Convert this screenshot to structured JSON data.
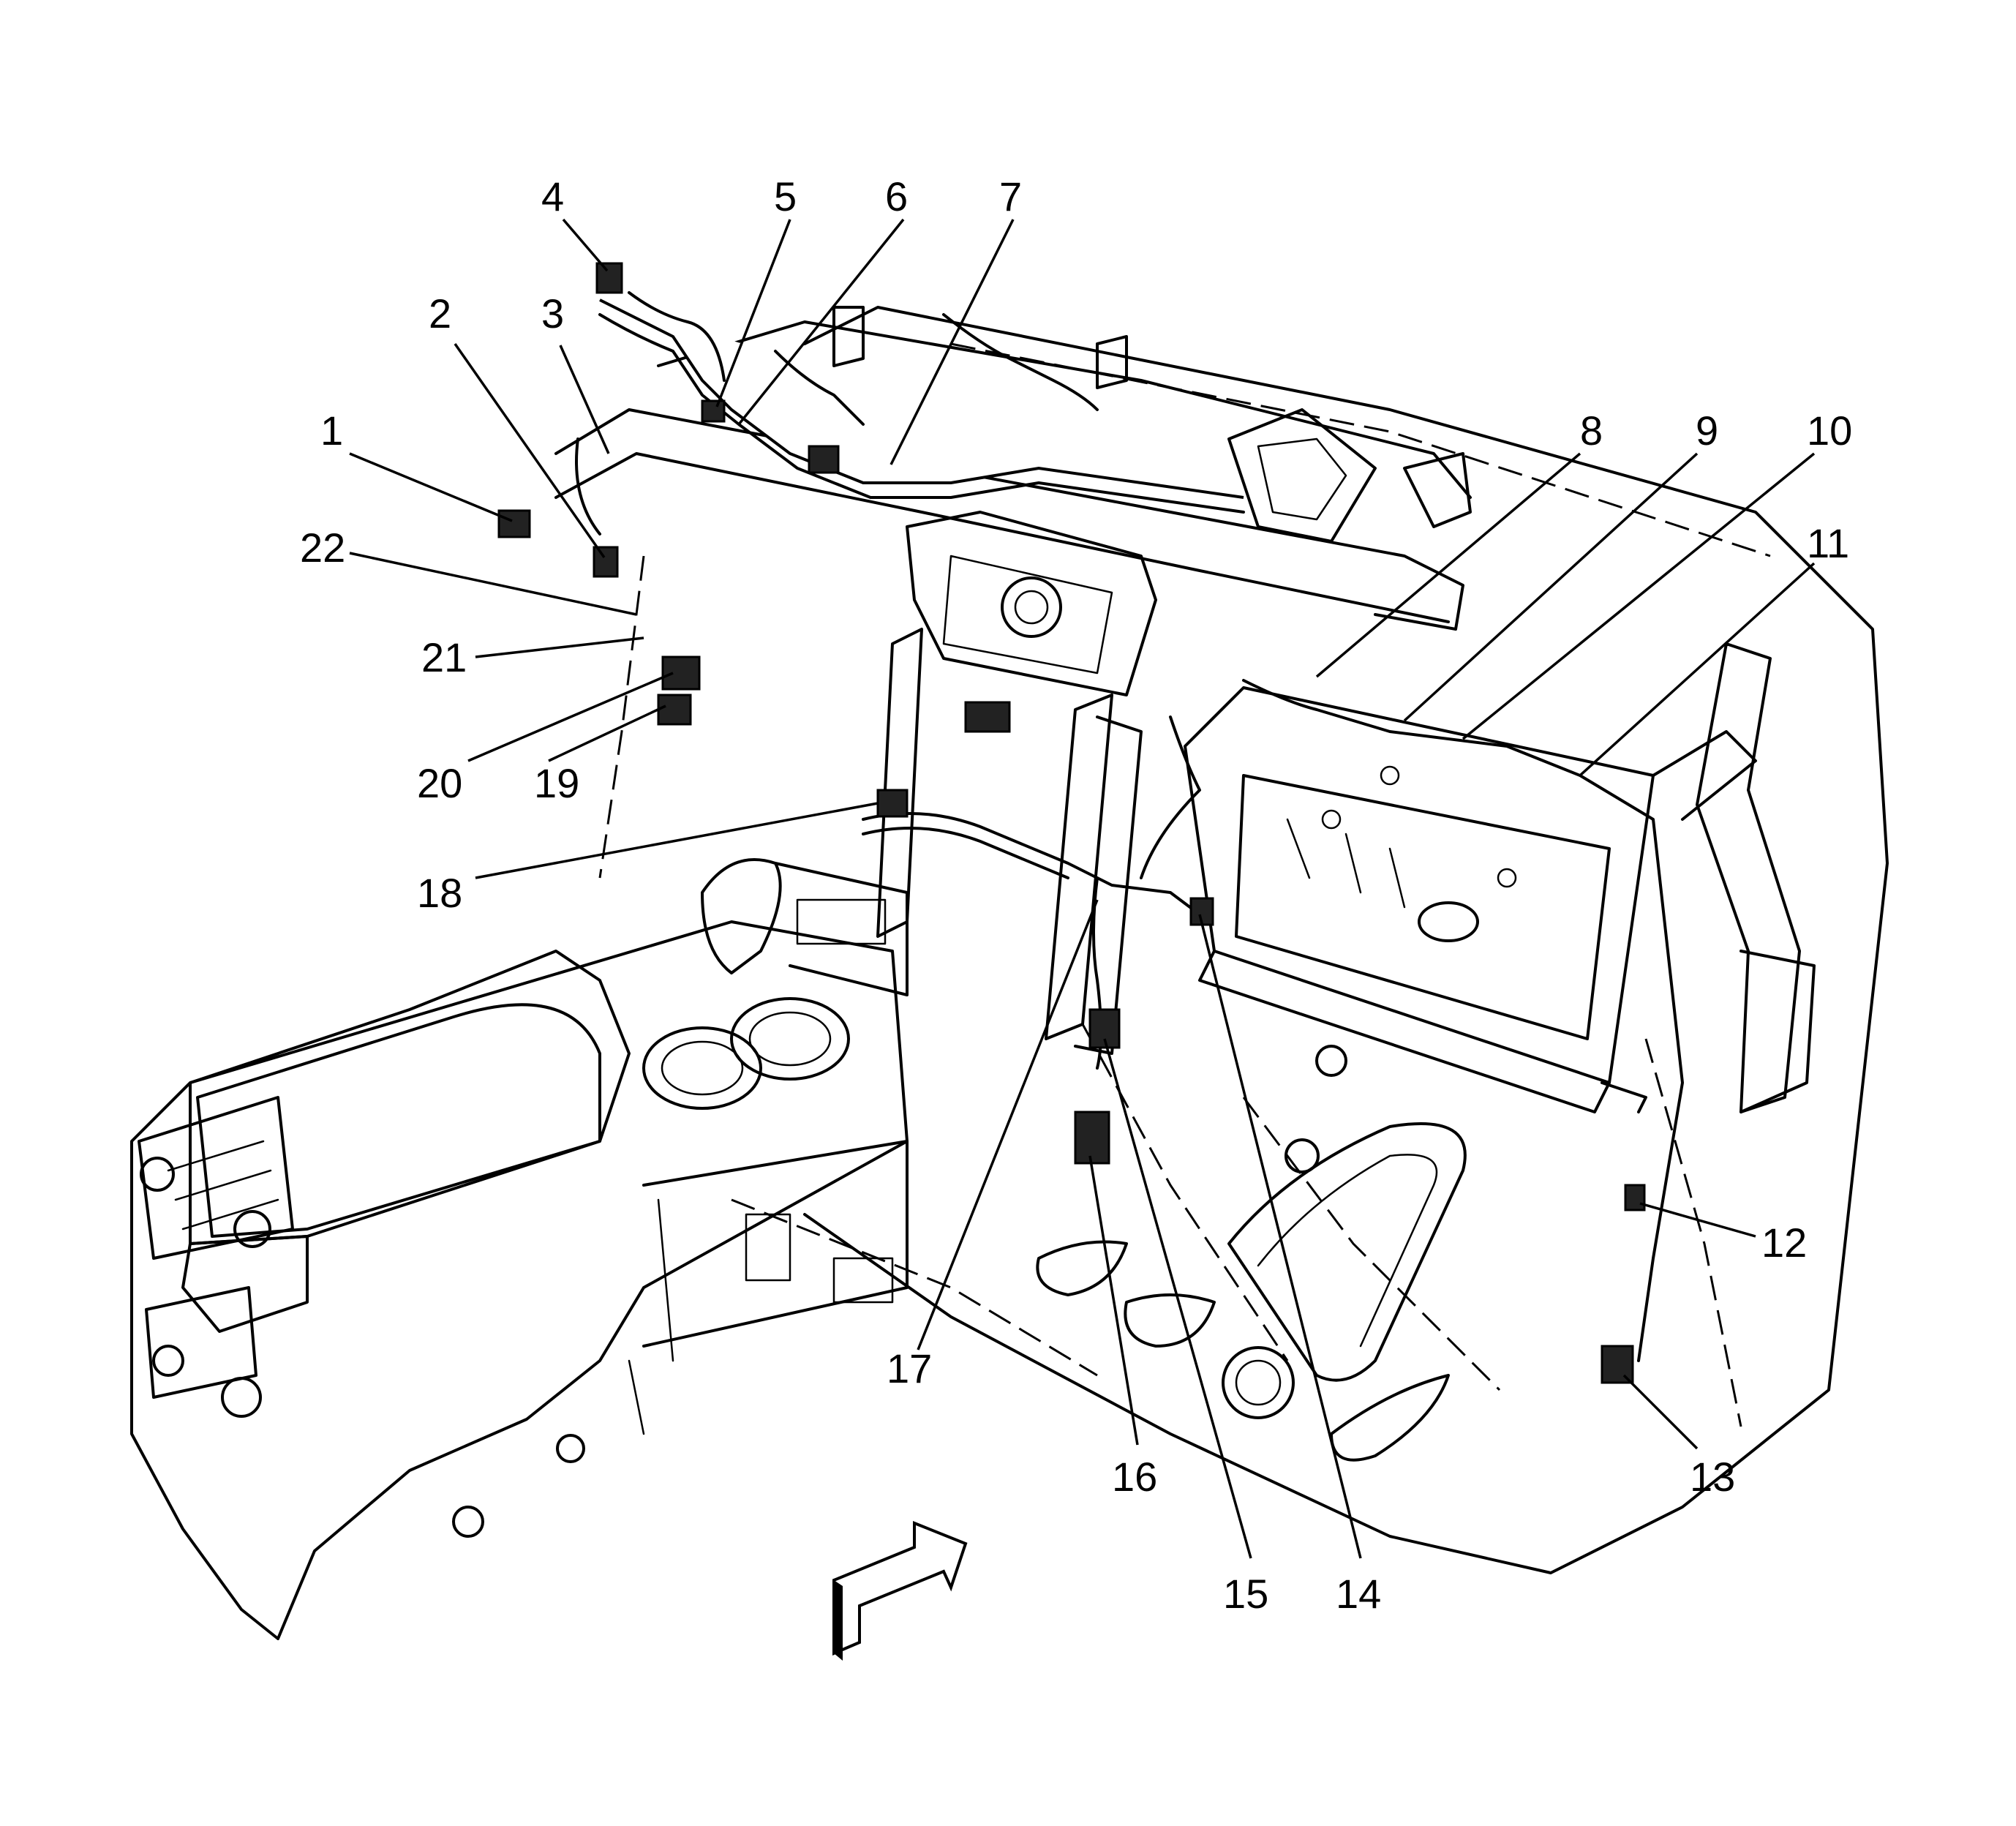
{
  "callouts": [
    {
      "id": "1",
      "label": "1"
    },
    {
      "id": "2",
      "label": "2"
    },
    {
      "id": "3",
      "label": "3"
    },
    {
      "id": "4",
      "label": "4"
    },
    {
      "id": "5",
      "label": "5"
    },
    {
      "id": "6",
      "label": "6"
    },
    {
      "id": "7",
      "label": "7"
    },
    {
      "id": "8",
      "label": "8"
    },
    {
      "id": "9",
      "label": "9"
    },
    {
      "id": "10",
      "label": "10"
    },
    {
      "id": "11",
      "label": "11"
    },
    {
      "id": "12",
      "label": "12"
    },
    {
      "id": "13",
      "label": "13"
    },
    {
      "id": "14",
      "label": "14"
    },
    {
      "id": "15",
      "label": "15"
    },
    {
      "id": "16",
      "label": "16"
    },
    {
      "id": "17",
      "label": "17"
    },
    {
      "id": "18",
      "label": "18"
    },
    {
      "id": "19",
      "label": "19"
    },
    {
      "id": "20",
      "label": "20"
    },
    {
      "id": "21",
      "label": "21"
    },
    {
      "id": "22",
      "label": "22"
    }
  ],
  "icons": {
    "direction_arrow": "front-direction-arrow-icon"
  }
}
